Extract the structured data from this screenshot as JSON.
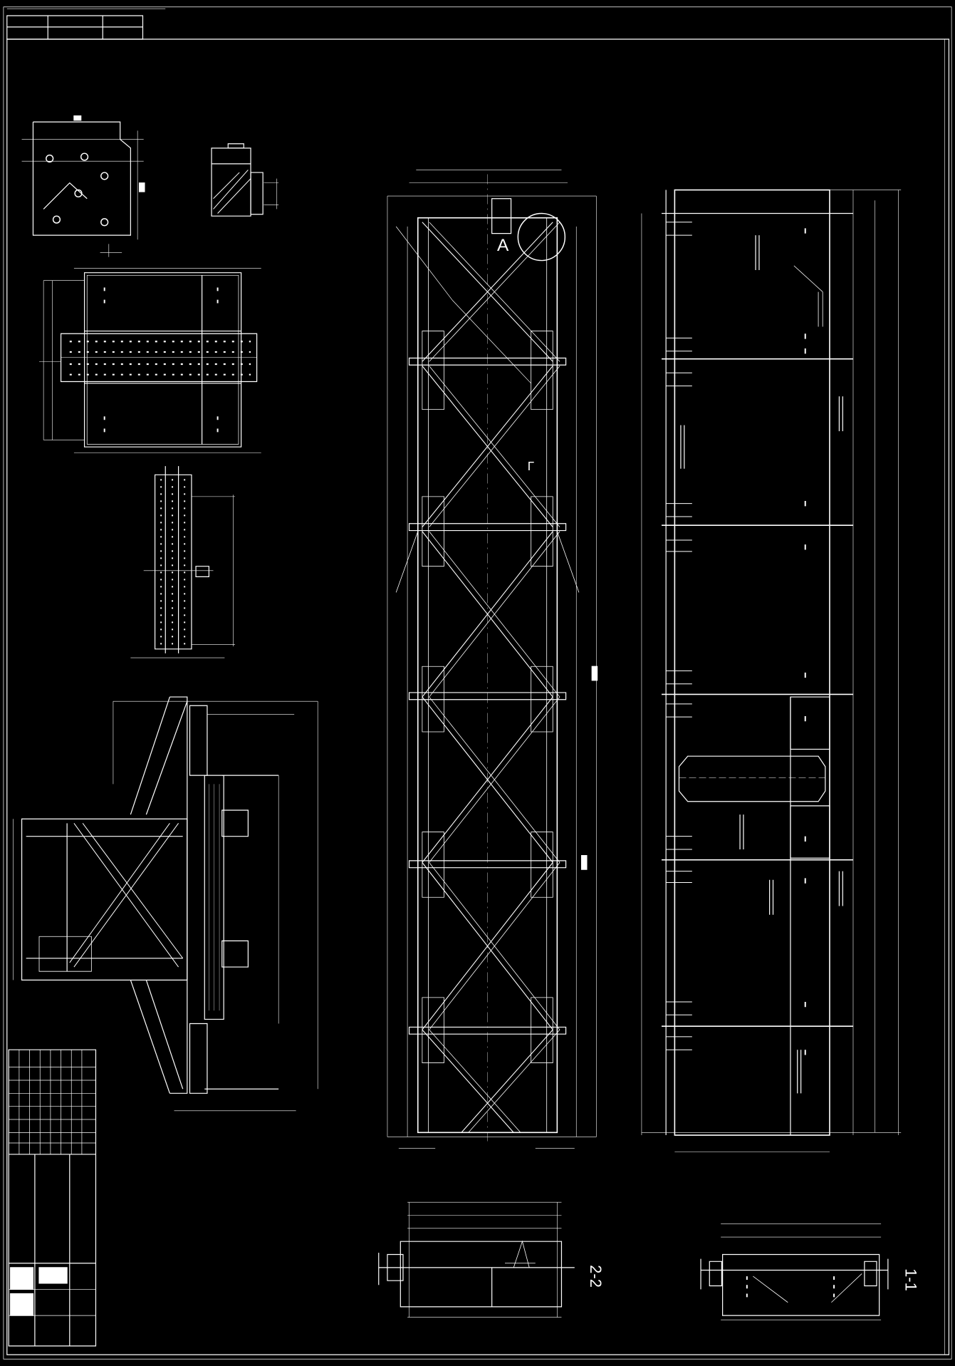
{
  "drawing": {
    "background_color": "#000000",
    "line_color": "#ffffff",
    "labels": {
      "detail_a": "A",
      "section_1": "1-1",
      "section_2": "2-2",
      "view_mark": "Γ"
    }
  }
}
